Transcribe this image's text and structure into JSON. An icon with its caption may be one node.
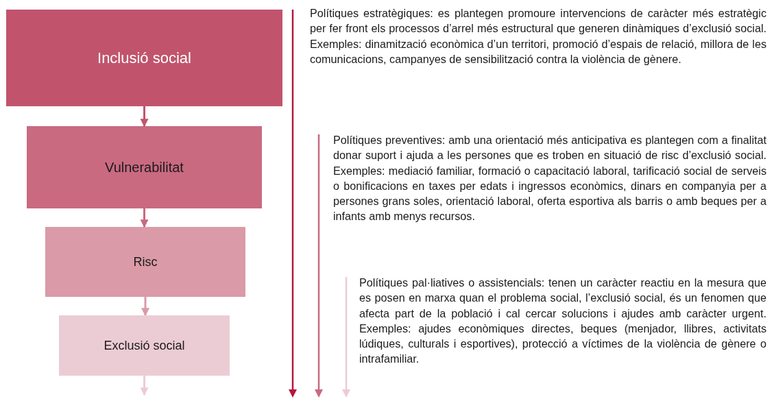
{
  "diagram": {
    "nodes": [
      {
        "text": [
          "Inclusió social"
        ]
      },
      {
        "text": [
          "Vulnerabilitat"
        ]
      },
      {
        "text": [
          "Risc"
        ]
      },
      {
        "text": [
          "Exclusió social"
        ]
      }
    ],
    "edges": [
      {
        "from": 0,
        "to": 1,
        "arrow": "to",
        "color": "#c1546c"
      },
      {
        "from": 1,
        "to": 2,
        "arrow": "to",
        "color": "#c96a81"
      },
      {
        "from": 2,
        "to": 3,
        "arrow": "to",
        "color": "#da9aa8"
      },
      {
        "from": 3,
        "to": null,
        "arrow": "to",
        "color": "#ecccd4"
      }
    ],
    "labels": [
      "Polítiques estratègiques: es plantegen promoure intervencions de caràcter més estratègic per fer front els processos d’arrel més estructural que generen dinàmiques d’exclusió social. Exemples: dinamització econòmica d’un territori, promoció d’espais de relació, millora de les comunicacions, campanyes de sensibilització contra la violència de gènere.",
      "Polítiques preventives: amb una orientació més anticipativa es plantegen com a finalitat donar suport i ajuda a les persones que es troben en situació de risc d’exclusió social. Exemples: mediació familiar, formació o capacitació laboral, tarificació social de serveis o bonificacions en taxes per edats i ingressos econòmics, dinars en companyia per a persones grans soles, orientació laboral, oferta esportiva als barris o amb beques per a infants amb menys recursos.",
      "Polítiques pal·liatives o assistencials: tenen un caràcter reactiu en la mesura que es posen en marxa quan el problema social, l’exclusió social, és un fenomen que afecta part de la població i cal cercar solucions i ajudes amb caràcter urgent. Exemples: ajudes econòmiques directes, beques (menjador, llibres, activitats lúdiques, culturals i esportives), protecció a víctimes de la violència de gènere o intrafamiliar."
    ]
  }
}
